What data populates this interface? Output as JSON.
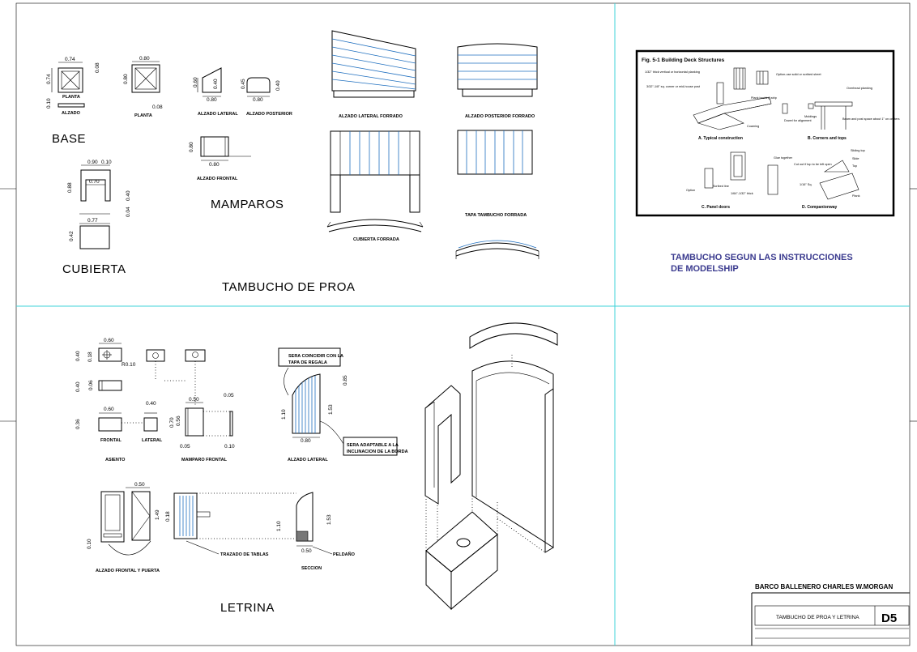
{
  "colors": {
    "grid_line": "#3fd3d8",
    "hatch_blue": "#1f6fbf",
    "note_text": "#3b3b8f"
  },
  "tambucho": {
    "base_title": "BASE",
    "planta1": "PLANTA",
    "alzado1": "ALZADO",
    "planta2": "PLANTA",
    "d_074a": "0.74",
    "d_074b": "0.74",
    "d_008a": "0.08",
    "d_010": "0.10",
    "d_080a": "0.80",
    "d_080b": "0.80",
    "d_008b": "0.08",
    "mamparos_title": "MAMPAROS",
    "d_060": "0.60",
    "d_040": "0.40",
    "d_080c": "0.80",
    "d_045": "0.45",
    "d_080d": "0.80",
    "d_040b": "0.40",
    "alzado_lateral": "ALZADO LATERAL",
    "alzado_posterior": "ALZADO POSTERIOR",
    "d_080e": "0.80",
    "d_080f": "0.80",
    "alzado_frontal": "ALZADO FRONTAL",
    "cubierta_title": "CUBIERTA",
    "d_090": "0.90",
    "d_010b": "0.10",
    "d_070": "0.70",
    "d_088": "0.88",
    "d_040c": "0.40",
    "d_004": "0.04",
    "d_077": "0.77",
    "d_042": "0.42",
    "alzado_lateral_forrado": "ALZADO LATERAL FORRADO",
    "alzado_posterior_forrado": "ALZADO POSTERIOR FORRADO",
    "cubierta_forrada": "CUBIERTA FORRADA",
    "tapa_forrada": "TAPA TAMBUCHO FORRADA",
    "section_title": "TAMBUCHO DE PROA"
  },
  "reference": {
    "fig_title": "Fig. 5-1 Building Deck Structures",
    "c1": "1/32\" thick vertical or horizontal planking",
    "c2": "Option-use solid or scribed sheet",
    "c3": "3/32\"-1/8\" sq. corner or mid-house post",
    "c4": "Plank backing strip",
    "c5": "Overhead planking",
    "c6": "Moldings",
    "c7": "Beam and post space about 1\" on centers",
    "c8": "Dowel for alignment",
    "c9": "Coaming",
    "a_label": "A. Typical construction",
    "b_label": "B. Corners and tops",
    "c10": "Glue together",
    "c11": "Sliding top",
    "c12": "Slide",
    "c13": "Top",
    "c14": "Cut out if top to be left open",
    "c15": "Option",
    "c16": "Scribed line",
    "c17": "1/64\"-1/32\" thick",
    "c18": "1/16\" Sq.",
    "c19": "Plank",
    "c_label": "C. Panel doors",
    "d_label": "D. Companionway",
    "note_line1": "TAMBUCHO SEGUN LAS INSTRUCCIONES",
    "note_line2": "DE MODELSHIP"
  },
  "letrina": {
    "d_060a": "0.60",
    "d_040a": "0.40",
    "d_018": "0.18",
    "d_r010": "R0.10",
    "d_040b": "0.40",
    "d_006": "0.06",
    "d_060b": "0.60",
    "d_040c": "0.40",
    "d_036": "0.36",
    "frontal": "FRONTAL",
    "lateral": "LATERAL",
    "asiento": "ASIENTO",
    "d_050a": "0.50",
    "d_070": "0.70",
    "d_056": "0.56",
    "d_005": "0.05",
    "d_010a": "0.10",
    "d_005b": "0.05",
    "mamparo_frontal": "MAMPARO FRONTAL",
    "note1a": "SERA COINCIDIR CON LA",
    "note1b": "TAPA DE REGALA",
    "d_110a": "1.10",
    "d_153a": "1.53",
    "d_085": "0.85",
    "d_080": "0.80",
    "note2a": "SERA ADAPTABLE A LA",
    "note2b": "INCLINACION DE LA BORDA",
    "alzado_lateral": "ALZADO LATERAL",
    "d_050b": "0.50",
    "d_010b": "0.10",
    "d_149": "1.49",
    "d_018b": "0.18",
    "d_110b": "1.10",
    "d_153b": "1.53",
    "d_050c": "0.50",
    "trazado": "TRAZADO DE TABLAS",
    "peldano": "PELDAÑO",
    "seccion": "SECCION",
    "alzado_frontal_puerta": "ALZADO FRONTAL Y PUERTA",
    "section_title": "LETRINA"
  },
  "title_block": {
    "project": "BARCO BALLENERO CHARLES W.MORGAN",
    "sheet_title": "TAMBUCHO DE PROA Y LETRINA",
    "sheet_code": "D5"
  }
}
